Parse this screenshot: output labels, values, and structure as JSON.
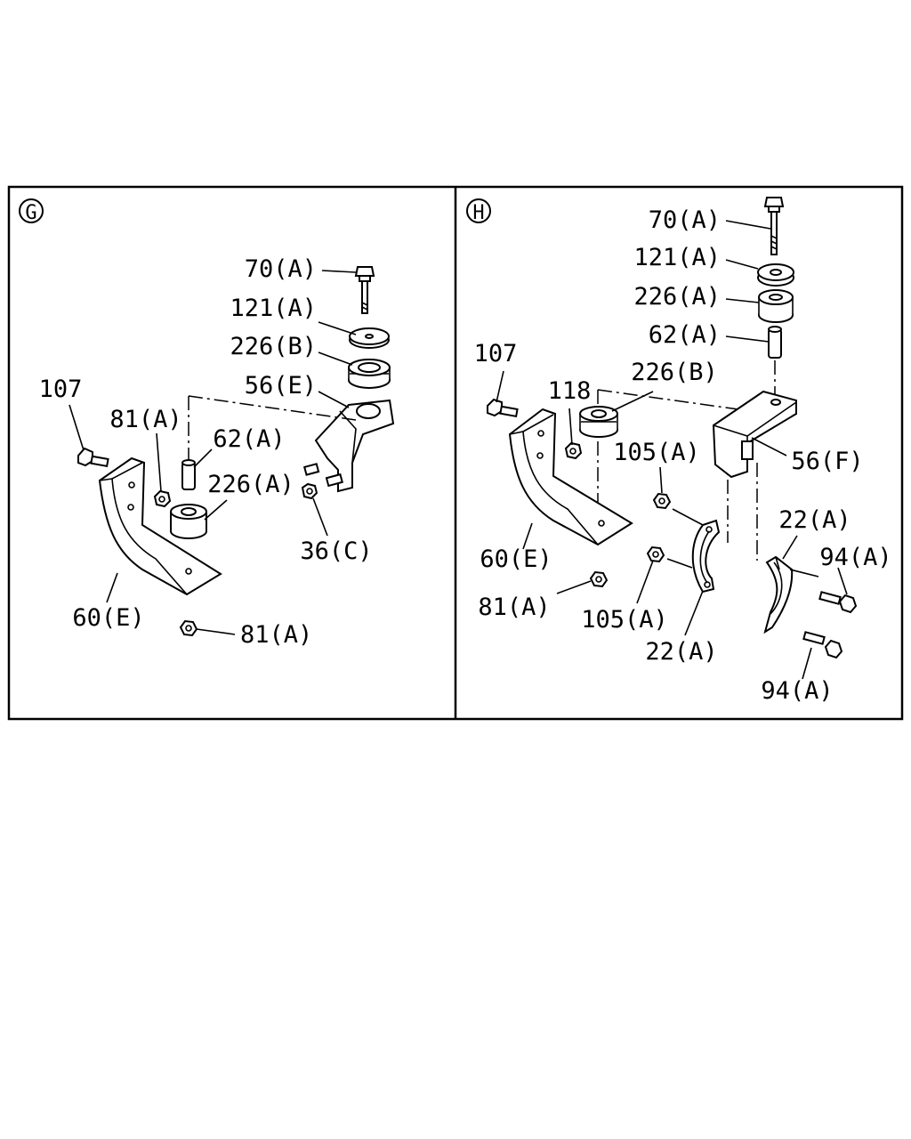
{
  "panels": [
    {
      "id": "G",
      "labels": [
        "70(A)",
        "121(A)",
        "226(B)",
        "56(E)",
        "107",
        "81(A)",
        "62(A)",
        "226(A)",
        "36(C)",
        "60(E)",
        "81(A)"
      ]
    },
    {
      "id": "H",
      "labels": [
        "70(A)",
        "121(A)",
        "226(A)",
        "62(A)",
        "107",
        "226(B)",
        "118",
        "105(A)",
        "56(F)",
        "22(A)",
        "94(A)",
        "60(E)",
        "81(A)",
        "105(A)",
        "22(A)",
        "94(A)"
      ]
    }
  ]
}
